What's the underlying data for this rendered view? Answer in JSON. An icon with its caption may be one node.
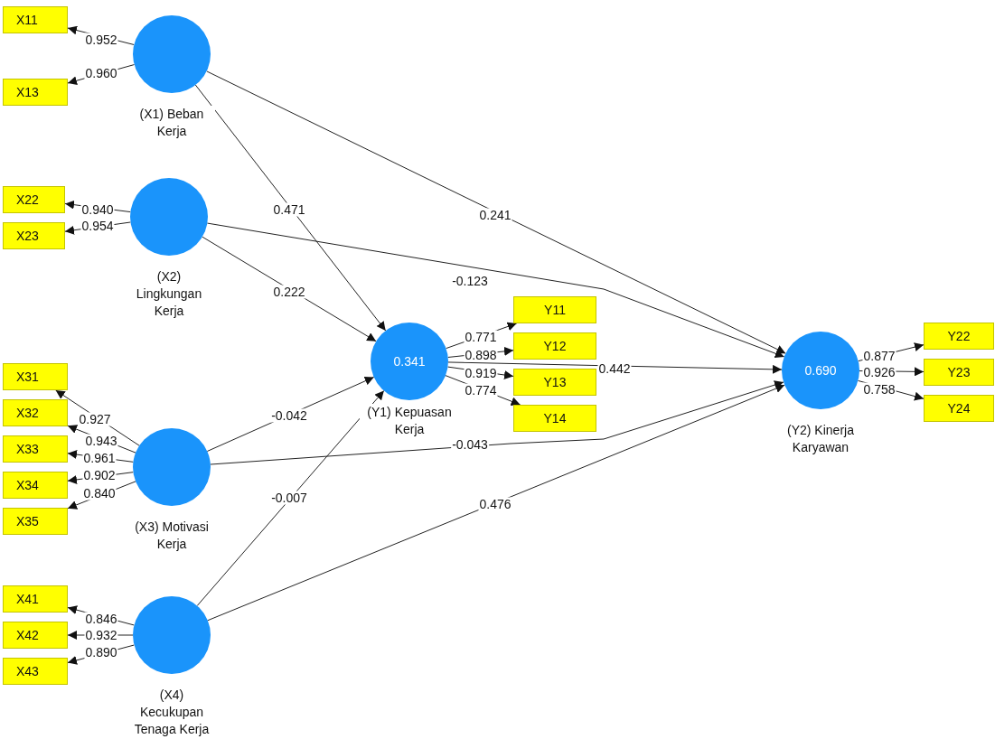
{
  "diagram": {
    "nodes": [
      {
        "text": [
          "(X1) Beban Kerja"
        ]
      },
      {
        "text": [
          "X11"
        ]
      },
      {
        "text": [
          "X13"
        ]
      },
      {
        "text": [
          "(X2) Lingkungan Kerja"
        ]
      },
      {
        "text": [
          "X22"
        ]
      },
      {
        "text": [
          "X23"
        ]
      },
      {
        "text": [
          "(X3) Motivasi Kerja"
        ]
      },
      {
        "text": [
          "X31"
        ]
      },
      {
        "text": [
          "X32"
        ]
      },
      {
        "text": [
          "X33"
        ]
      },
      {
        "text": [
          "X34"
        ]
      },
      {
        "text": [
          "X35"
        ]
      },
      {
        "text": [
          "(X4) Kecukupan Tenaga Kerja"
        ]
      },
      {
        "text": [
          "X41"
        ]
      },
      {
        "text": [
          "X42"
        ]
      },
      {
        "text": [
          "X43"
        ]
      },
      {
        "text": [
          "0.341",
          "(Y1) Kepuasan Kerja"
        ]
      },
      {
        "text": [
          "Y11"
        ]
      },
      {
        "text": [
          "Y12"
        ]
      },
      {
        "text": [
          "Y13"
        ]
      },
      {
        "text": [
          "Y14"
        ]
      },
      {
        "text": [
          "0.690",
          "(Y2) Kinerja Karyawan"
        ]
      },
      {
        "text": [
          "Y22"
        ]
      },
      {
        "text": [
          "Y23"
        ]
      },
      {
        "text": [
          "Y24"
        ]
      }
    ],
    "edges": [
      {
        "from": 0,
        "to": 1,
        "arrow": "to",
        "label": "0.952"
      },
      {
        "from": 0,
        "to": 2,
        "arrow": "to",
        "label": "0.960"
      },
      {
        "from": 3,
        "to": 4,
        "arrow": "to",
        "label": "0.940"
      },
      {
        "from": 3,
        "to": 5,
        "arrow": "to",
        "label": "0.954"
      },
      {
        "from": 6,
        "to": 7,
        "arrow": "to",
        "label": "0.927"
      },
      {
        "from": 6,
        "to": 8,
        "arrow": "to",
        "label": "0.943"
      },
      {
        "from": 6,
        "to": 9,
        "arrow": "to",
        "label": "0.961"
      },
      {
        "from": 6,
        "to": 10,
        "arrow": "to",
        "label": "0.902"
      },
      {
        "from": 6,
        "to": 11,
        "arrow": "to",
        "label": "0.840"
      },
      {
        "from": 12,
        "to": 13,
        "arrow": "to",
        "label": "0.846"
      },
      {
        "from": 12,
        "to": 14,
        "arrow": "to",
        "label": "0.932"
      },
      {
        "from": 12,
        "to": 15,
        "arrow": "to",
        "label": "0.890"
      },
      {
        "from": 16,
        "to": 17,
        "arrow": "to",
        "label": "0.771"
      },
      {
        "from": 16,
        "to": 18,
        "arrow": "to",
        "label": "0.898"
      },
      {
        "from": 16,
        "to": 19,
        "arrow": "to",
        "label": "0.919"
      },
      {
        "from": 16,
        "to": 20,
        "arrow": "to",
        "label": "0.774"
      },
      {
        "from": 21,
        "to": 22,
        "arrow": "to",
        "label": "0.877"
      },
      {
        "from": 21,
        "to": 23,
        "arrow": "to",
        "label": "0.926"
      },
      {
        "from": 21,
        "to": 24,
        "arrow": "to",
        "label": "0.758"
      },
      {
        "from": 0,
        "to": 16,
        "arrow": "to",
        "label": "0.471"
      },
      {
        "from": 0,
        "to": 21,
        "arrow": "to",
        "label": "0.241"
      },
      {
        "from": 3,
        "to": 16,
        "arrow": "to",
        "label": "0.222"
      },
      {
        "from": 3,
        "to": 21,
        "arrow": "to",
        "label": "-0.123"
      },
      {
        "from": 6,
        "to": 16,
        "arrow": "to",
        "label": "-0.042"
      },
      {
        "from": 6,
        "to": 21,
        "arrow": "to",
        "label": "-0.043"
      },
      {
        "from": 12,
        "to": 16,
        "arrow": "to",
        "label": "-0.007"
      },
      {
        "from": 12,
        "to": 21,
        "arrow": "to",
        "label": "0.476"
      },
      {
        "from": 16,
        "to": 21,
        "arrow": "to",
        "label": "0.442"
      }
    ]
  }
}
